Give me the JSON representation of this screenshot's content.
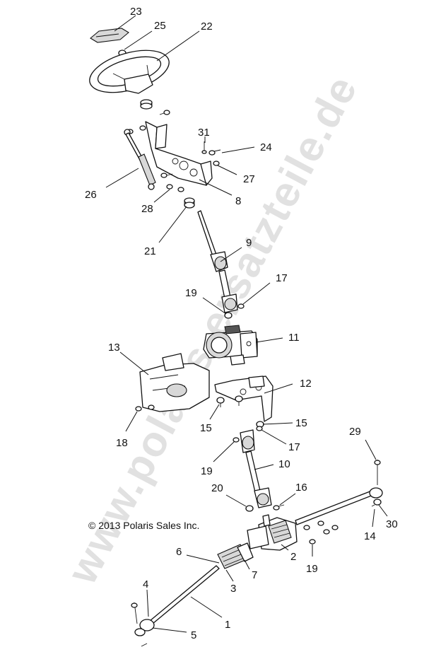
{
  "copyright": "© 2013 Polaris Sales Inc.",
  "watermark": "www.polaris-ersatzteile.de",
  "callouts": {
    "c1": "1",
    "c2": "2",
    "c3": "3",
    "c4": "4",
    "c5": "5",
    "c6": "6",
    "c7": "7",
    "c8": "8",
    "c9": "9",
    "c10": "10",
    "c11": "11",
    "c12": "12",
    "c13": "13",
    "c14": "14",
    "c15a": "15",
    "c15b": "15",
    "c16": "16",
    "c17a": "17",
    "c17b": "17",
    "c18": "18",
    "c19a": "19",
    "c19b": "19",
    "c19c": "19",
    "c20": "20",
    "c21": "21",
    "c22": "22",
    "c23": "23",
    "c24": "24",
    "c25": "25",
    "c26": "26",
    "c27": "27",
    "c28": "28",
    "c29": "29",
    "c30": "30",
    "c31": "31"
  }
}
